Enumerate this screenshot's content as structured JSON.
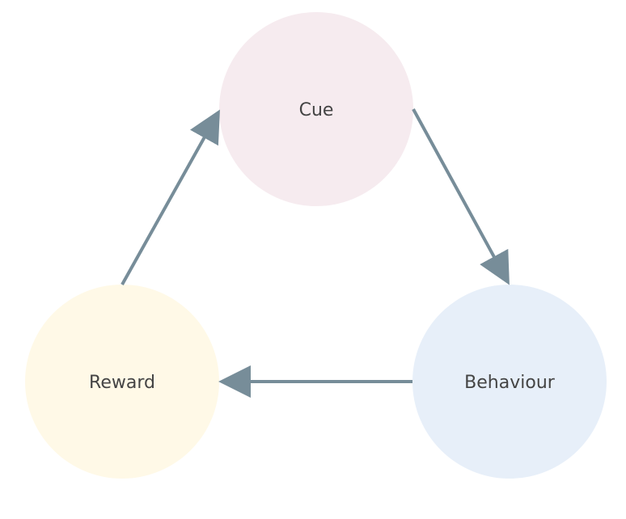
{
  "diagram": {
    "nodes": [
      {
        "id": "cue",
        "label": "Cue",
        "fill": "#F6EBEF"
      },
      {
        "id": "behaviour",
        "label": "Behaviour",
        "fill": "#E7EFF9"
      },
      {
        "id": "reward",
        "label": "Reward",
        "fill": "#FFF9E7"
      }
    ],
    "edges": [
      {
        "from": "cue",
        "to": "behaviour"
      },
      {
        "from": "behaviour",
        "to": "reward"
      },
      {
        "from": "reward",
        "to": "cue"
      }
    ],
    "arrow_color": "#778D99"
  }
}
